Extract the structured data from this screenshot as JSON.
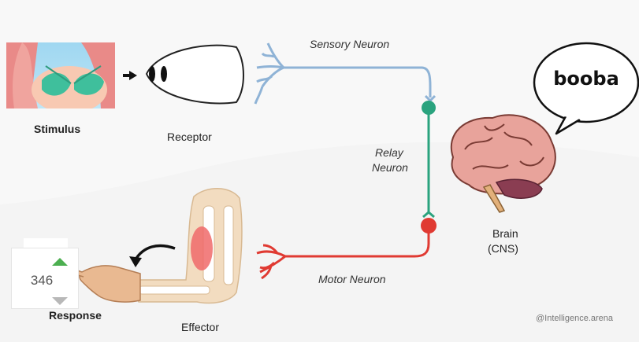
{
  "labels": {
    "stimulus": "Stimulus",
    "receptor": "Receptor",
    "sensory_neuron": "Sensory Neuron",
    "relay_neuron_line1": "Relay",
    "relay_neuron_line2": "Neuron",
    "motor_neuron": "Motor Neuron",
    "brain_line1": "Brain",
    "brain_line2": "(CNS)",
    "effector": "Effector",
    "response": "Response",
    "speech_bubble": "booba",
    "watermark": "@Intelligence.arena"
  },
  "vote": {
    "count": "346",
    "up_icon": "arrow-up-icon",
    "down_icon": "arrow-down-icon"
  },
  "colors": {
    "sensory": "#8fb3d6",
    "relay": "#2aa37e",
    "motor": "#e03a32",
    "vote_up": "#4caf50",
    "vote_down": "#b8b8b8"
  }
}
